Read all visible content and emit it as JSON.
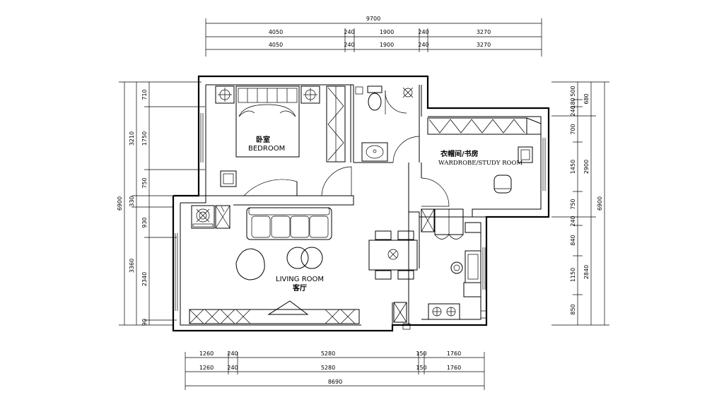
{
  "dimensions": {
    "top_total": "9700",
    "top_row1": [
      "4050",
      "240",
      "1900",
      "240",
      "3270"
    ],
    "top_row2": [
      "4050",
      "240",
      "1900",
      "240",
      "3270"
    ],
    "bottom_row1": [
      "1260",
      "240",
      "5280",
      "150",
      "1760"
    ],
    "bottom_row2": [
      "1260",
      "240",
      "5280",
      "150",
      "1760"
    ],
    "bottom_total": "8690",
    "left_total": "6900",
    "left_mid": [
      "3210",
      "330",
      "3360"
    ],
    "left_inner": [
      "710",
      "1750",
      "750",
      "930",
      "2340",
      "90"
    ],
    "right_total": "6900",
    "right_mid": [
      "680",
      "2900",
      "2840"
    ],
    "right_inner": [
      "500",
      "180",
      "240",
      "700",
      "1450",
      "750",
      "240",
      "840",
      "1150",
      "850"
    ]
  },
  "rooms": {
    "bedroom_cn": "卧室",
    "bedroom_en": "BEDROOM",
    "living_en": "LIVING  ROOM",
    "living_cn": "客厅",
    "study_cn": "衣帽间/书房",
    "study_en": "WARDROBE/STUDY  ROOM"
  }
}
